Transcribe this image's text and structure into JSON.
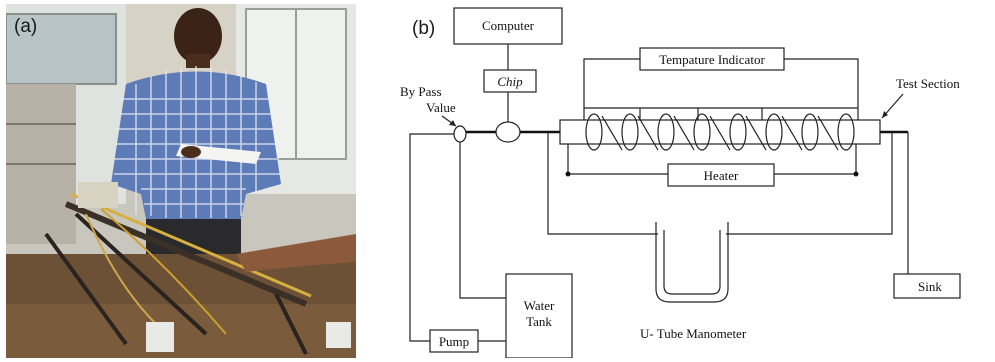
{
  "panel_a": {
    "label": "(a)"
  },
  "panel_b": {
    "label": "(b)",
    "computer": "Computer",
    "chip": "Chip",
    "temperature_indicator": "Tempature Indicator",
    "bypass_line1": "By Pass",
    "bypass_line2": "Value",
    "test_section": "Test Section",
    "heater": "Heater",
    "sink": "Sink",
    "water_tank_line1": "Water",
    "water_tank_line2": "Tank",
    "pump": "Pump",
    "manometer": "U- Tube Manometer"
  }
}
